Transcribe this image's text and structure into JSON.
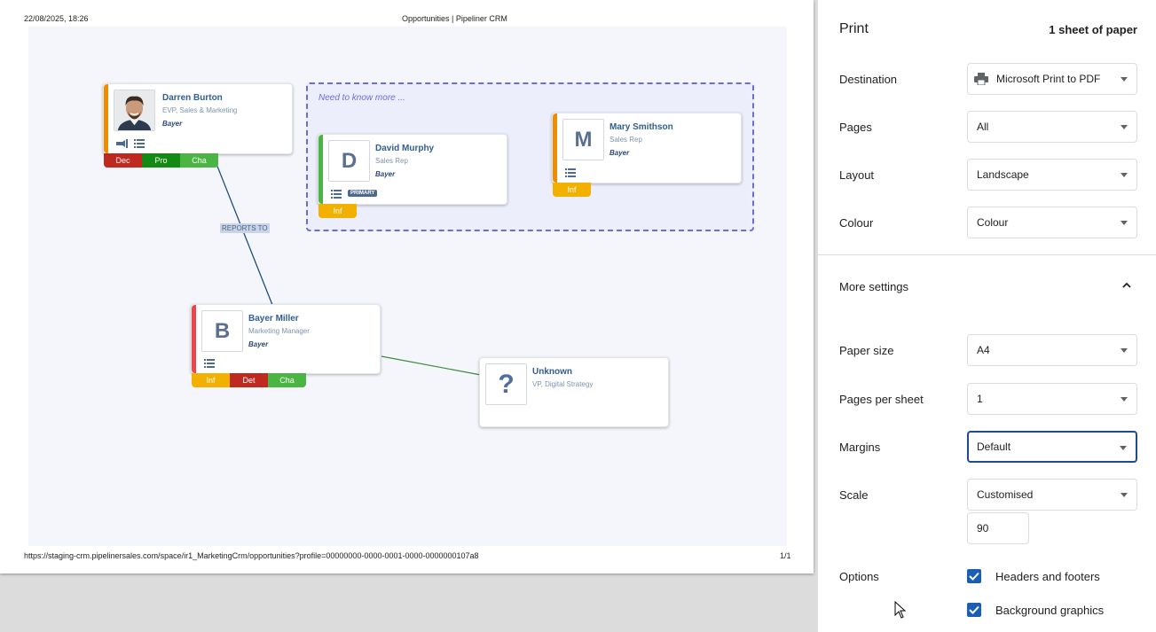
{
  "preview": {
    "header_left": "22/08/2025, 18:26",
    "header_center": "Opportunities | Pipeliner CRM",
    "footer_left": "https://staging-crm.pipelinersales.com/space/ir1_MarketingCrm/opportunities?profile=00000000-0000-0001-0000-0000000107a8",
    "footer_right": "1/1",
    "group_label": "Need to know more ...",
    "relation_label": "REPORTS TO",
    "cards": {
      "darren": {
        "name": "Darren Burton",
        "role": "EVP, Sales & Marketing",
        "company": "Bayer",
        "tags": [
          "Dec",
          "Pro",
          "Cha"
        ]
      },
      "david": {
        "initial": "D",
        "name": "David Murphy",
        "role": "Sales Rep",
        "company": "Bayer",
        "badge": "PRIMARY",
        "tags": [
          "Inf"
        ]
      },
      "mary": {
        "initial": "M",
        "name": "Mary Smithson",
        "role": "Sales Rep",
        "company": "Bayer",
        "tags": [
          "Inf"
        ]
      },
      "bayer": {
        "initial": "B",
        "name": "Bayer Miller",
        "role": "Marketing Manager",
        "company": "Bayer",
        "tags": [
          "Inf",
          "Det",
          "Cha"
        ]
      },
      "unknown": {
        "initial": "?",
        "name": "Unknown",
        "role": "VP, Digital Strategy"
      }
    },
    "colors": {
      "dec": "#c0291f",
      "pro": "#138a13",
      "cha": "#4bb543",
      "inf": "#f2b000",
      "det": "#c0291f",
      "orange": "#f08c00",
      "green": "#4bb543",
      "red": "#e8474d"
    }
  },
  "panel": {
    "title": "Print",
    "sheets": "1 sheet of paper",
    "destination": {
      "label": "Destination",
      "value": "Microsoft Print to PDF"
    },
    "pages": {
      "label": "Pages",
      "value": "All"
    },
    "layout": {
      "label": "Layout",
      "value": "Landscape"
    },
    "colour": {
      "label": "Colour",
      "value": "Colour"
    },
    "more_settings": "More settings",
    "paper_size": {
      "label": "Paper size",
      "value": "A4"
    },
    "pages_per_sheet": {
      "label": "Pages per sheet",
      "value": "1"
    },
    "margins": {
      "label": "Margins",
      "value": "Default"
    },
    "scale": {
      "label": "Scale",
      "value": "Customised",
      "custom_value": "90"
    },
    "options": {
      "label": "Options",
      "headers_footers": "Headers and footers",
      "background_graphics": "Background graphics"
    }
  }
}
